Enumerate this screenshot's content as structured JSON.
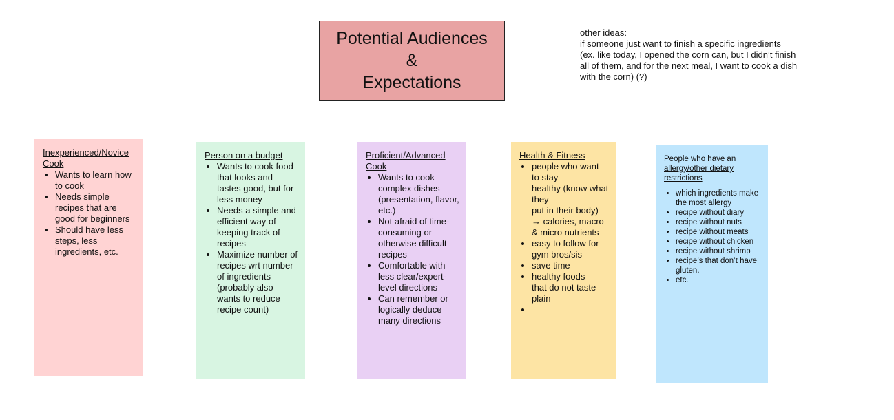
{
  "title": {
    "lines": [
      "Potential Audiences",
      "&",
      "Expectations"
    ]
  },
  "other_ideas": {
    "lines": [
      "other ideas:",
      "if someone just want to finish a specific ingredients",
      "(ex. like today, I opened the corn can, but I didn’t finish",
      "all of them, and for the next meal, I want to cook a dish",
      "with the corn) (?)"
    ]
  },
  "notes": {
    "novice": {
      "heading": [
        "Inexperienced/Novice",
        "Cook"
      ],
      "items": [
        "Wants to learn how to cook",
        "Needs simple recipes that are good for beginners",
        "Should have less steps, less ingredients, etc."
      ]
    },
    "budget": {
      "heading": [
        "Person on a budget"
      ],
      "items": [
        "Wants to cook food that looks and tastes good, but for less money",
        "Needs a simple and efficient way of keeping track of recipes",
        "Maximize number of recipes wrt number of ingredients (probably also wants to reduce recipe count)"
      ]
    },
    "advanced": {
      "heading": [
        "Proficient/Advanced",
        "Cook"
      ],
      "items": [
        "Wants to cook complex dishes (presentation, flavor, etc.)",
        "Not afraid of time-consuming or otherwise difficult recipes",
        "Comfortable with less clear/expert-level directions",
        "Can remember or logically deduce many directions"
      ]
    },
    "health": {
      "heading": [
        "Health & Fitness"
      ],
      "items": [
        [
          "people who want to stay",
          "healthy (know what they",
          "put in their body)",
          "→ calories, macro & micro nutrients"
        ],
        [
          "easy to follow for gym bros/sis"
        ],
        [
          "save time"
        ],
        [
          "healthy foods",
          "that do not taste plain"
        ],
        [
          ""
        ]
      ]
    },
    "allergy": {
      "heading": [
        "People who have an",
        "allergy/other dietary",
        "restrictions"
      ],
      "items": [
        [
          "which ingredients make",
          "the most allergy"
        ],
        [
          "recipe without diary"
        ],
        [
          "recipe without nuts"
        ],
        [
          "recipe without meats"
        ],
        [
          "recipe without chicken"
        ],
        [
          "recipe without shrimp"
        ],
        [
          "recipe’s that don’t have gluten."
        ],
        [
          "etc."
        ]
      ]
    }
  }
}
